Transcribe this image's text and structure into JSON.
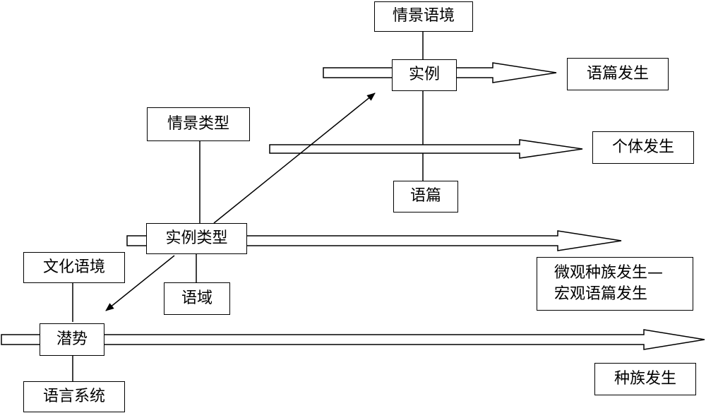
{
  "nodes": {
    "context_of_situation": "情景语境",
    "instance": "实例",
    "situation_type": "情景类型",
    "text": "语篇",
    "instance_type": "实例类型",
    "context_of_culture": "文化语境",
    "register": "语域",
    "potential": "潜势",
    "language_system": "语言系统"
  },
  "outcomes": {
    "logogenesis": "语篇发生",
    "ontogenesis": "个体发生",
    "micro_macro_line1": "微观种族发生—",
    "micro_macro_line2": "宏观语篇发生",
    "phylogenesis": "种族发生"
  }
}
